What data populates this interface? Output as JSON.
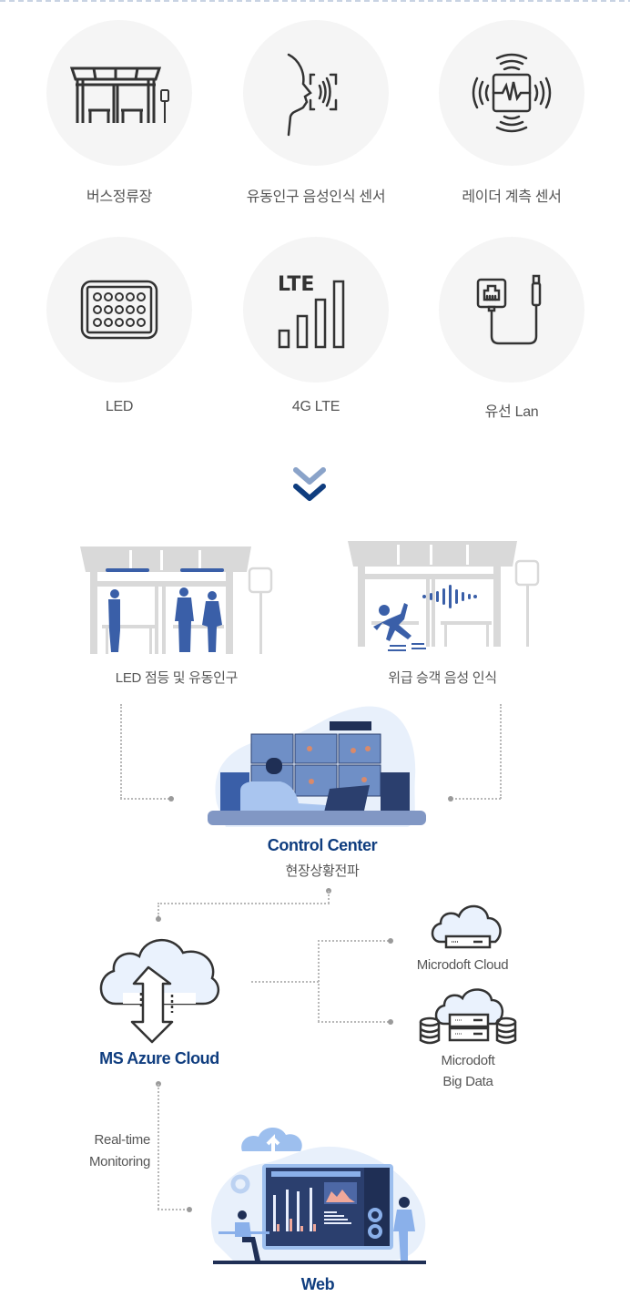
{
  "devices": [
    {
      "label": "버스정류장",
      "icon": "bus-shelter-icon"
    },
    {
      "label": "유동인구 음성인식 센서",
      "icon": "voice-recognition-icon"
    },
    {
      "label": "레이더 계측 센서",
      "icon": "radar-sensor-icon"
    },
    {
      "label": "LED",
      "icon": "led-panel-icon"
    },
    {
      "label": "4G LTE",
      "icon": "lte-signal-icon",
      "icon_text": "LTE"
    },
    {
      "label": "유선 Lan",
      "icon": "lan-cable-icon"
    }
  ],
  "arrow": {
    "icon": "double-chevron-down-icon",
    "colors": [
      "#8aa3c9",
      "#0f3d7f"
    ]
  },
  "scenes": [
    {
      "label": "LED 점등 및 유동인구",
      "icon": "bus-shelter-people-icon"
    },
    {
      "label": "위급 승객 음성 인식",
      "icon": "bus-shelter-fall-icon"
    }
  ],
  "control_center": {
    "title": "Control Center",
    "subtitle": "현장상황전파"
  },
  "azure": {
    "title": "MS Azure Cloud"
  },
  "ms_services": [
    {
      "label": "Microdoft Cloud"
    },
    {
      "label_line1": "Microdoft",
      "label_line2": "Big Data"
    }
  ],
  "monitoring": {
    "line1": "Real-time",
    "line2": "Monitoring"
  },
  "web": {
    "title": "Web"
  },
  "colors": {
    "brand_blue": "#0f3d7f",
    "figure_blue": "#3a5fa8",
    "light_blue": "#e8f0fb",
    "gray_frame": "#d9d9d9"
  }
}
